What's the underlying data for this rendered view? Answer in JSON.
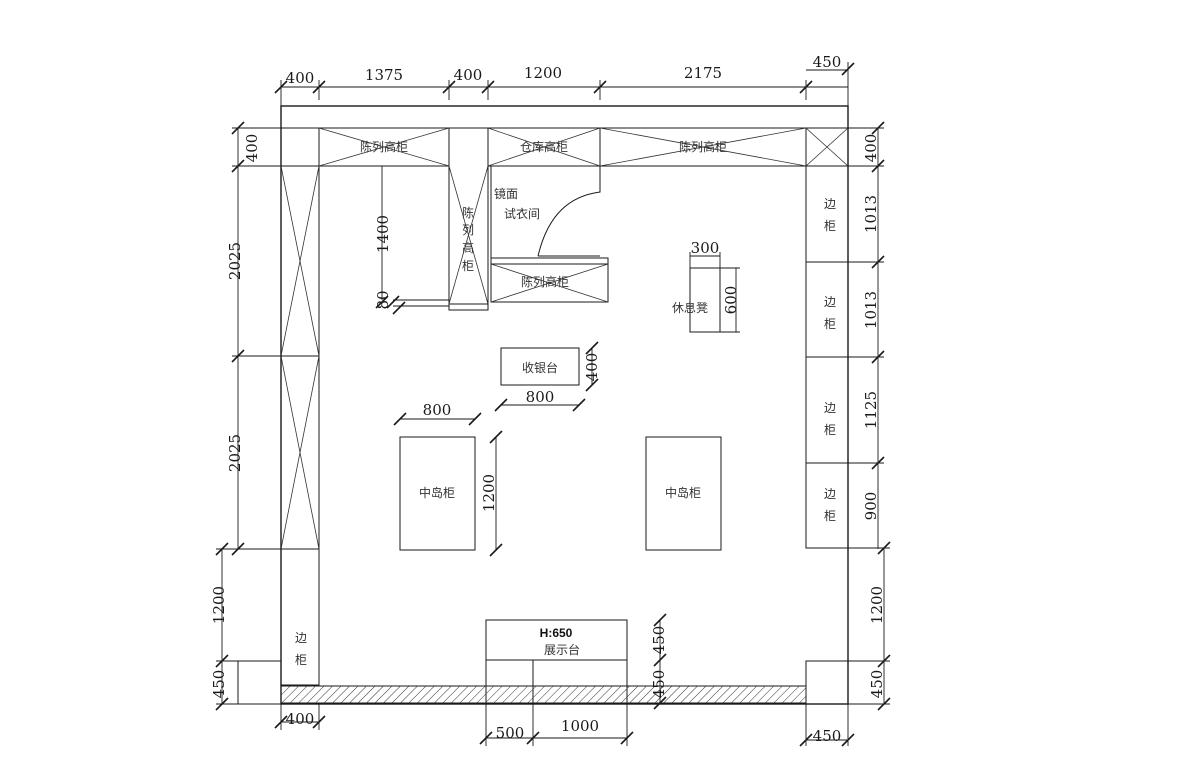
{
  "dims_top": [
    "400",
    "1375",
    "400",
    "1200",
    "2175",
    "450"
  ],
  "dims_left": [
    "400",
    "2025",
    "2025",
    "1200",
    "450"
  ],
  "dims_right": [
    "400",
    "1013",
    "1013",
    "1125",
    "900",
    "1200",
    "450"
  ],
  "dims_bottom": [
    "400",
    "500",
    "1000",
    "450"
  ],
  "dims_inner": {
    "d1400": "1400",
    "d80": "80",
    "d300": "300",
    "d600": "600",
    "d400": "400",
    "d800a": "800",
    "d800b": "800",
    "d1200": "1200",
    "d450": "450",
    "d450b": "450"
  },
  "labels": {
    "display_cabinet_1": "陈列高柜",
    "warehouse_cabinet": "仓库高柜",
    "display_cabinet_2": "陈列高柜",
    "display_cabinet_vert": [
      "陈",
      "列",
      "高",
      "柜"
    ],
    "display_cabinet_3": "陈列高柜",
    "mirror": "镜面",
    "fitting_room": "试衣间",
    "bench": "休息凳",
    "cashier": "收银台",
    "island_1": "中岛柜",
    "island_2": "中岛柜",
    "side_right": [
      "边柜",
      "边柜",
      "边柜",
      "边柜"
    ],
    "side_left": "边柜",
    "display_height": "H:650",
    "display_table": "展示台"
  }
}
